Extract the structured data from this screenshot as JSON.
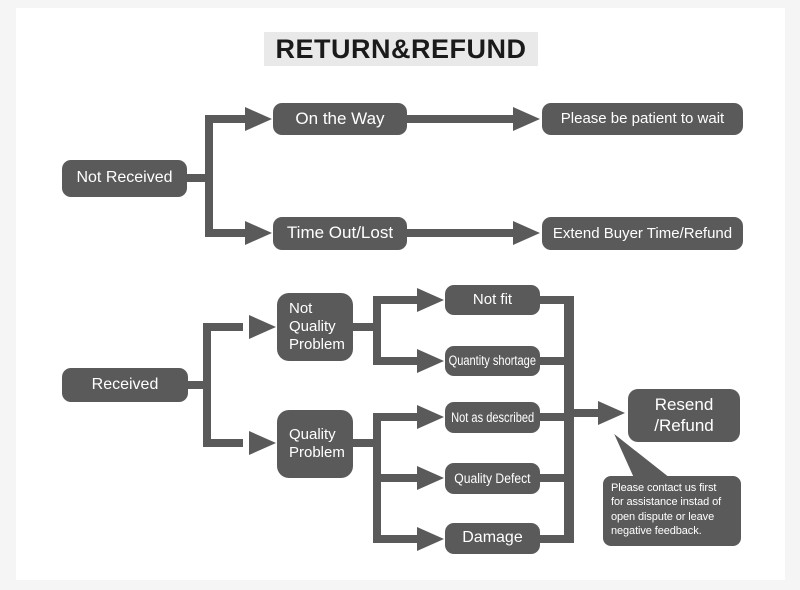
{
  "title": "RETURN&REFUND",
  "colors": {
    "node_fill": "#5a5a5a",
    "connector": "#5a5a5a",
    "title_bg": "#e9e9e9",
    "title_text": "#1a1a1a",
    "node_text": "#ffffff",
    "frame_bg": "#f5f5f5",
    "canvas_bg": "#ffffff"
  },
  "nodes": {
    "not_received": "Not Received",
    "on_the_way": "On the Way",
    "please_wait": "Please be patient to wait",
    "time_out_lost": "Time Out/Lost",
    "extend_buyer": "Extend Buyer Time/Refund",
    "received": "Received",
    "not_quality_problem": "Not\nQuality\nProblem",
    "quality_problem": "Quality\nProblem",
    "not_fit": "Not fit",
    "quantity_shortage": "Quantity shortage",
    "not_as_described": "Not as described",
    "quality_defect": "Quality Defect",
    "damage": "Damage",
    "resend_refund": "Resend\n/Refund"
  },
  "note": "Please contact us first\nfor assistance instad of\nopen dispute or leave\nnegative feedback."
}
